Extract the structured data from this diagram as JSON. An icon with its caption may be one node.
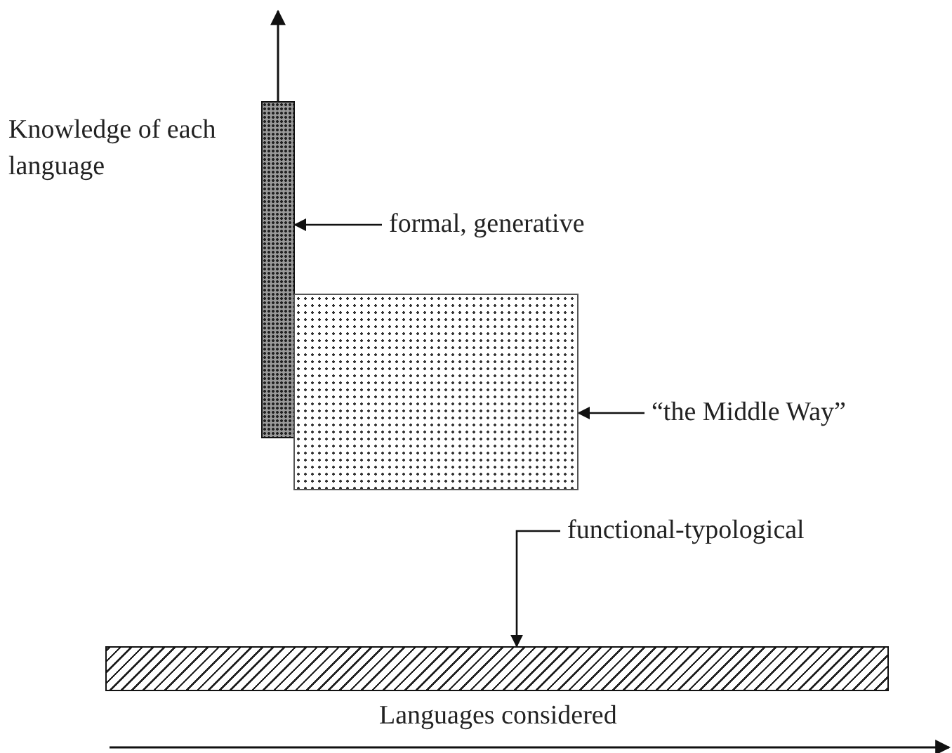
{
  "diagram": {
    "nodes": [
      {
        "text": [
          "formal, generative"
        ]
      },
      {
        "text": [],
        "shape": "bar"
      },
      {
        "text": [
          "“the Middle Way”"
        ]
      },
      {
        "text": [],
        "shape": "box"
      },
      {
        "text": [
          "functional-typological"
        ]
      },
      {
        "text": [],
        "shape": "bar"
      }
    ],
    "edges": [
      {
        "from": 0,
        "to": 1,
        "arrow": "to"
      },
      {
        "from": 2,
        "to": 3,
        "arrow": "to"
      },
      {
        "from": 4,
        "to": 5,
        "arrow": "to"
      }
    ],
    "labels": [
      "Knowledge of each language",
      "Languages considered"
    ]
  }
}
